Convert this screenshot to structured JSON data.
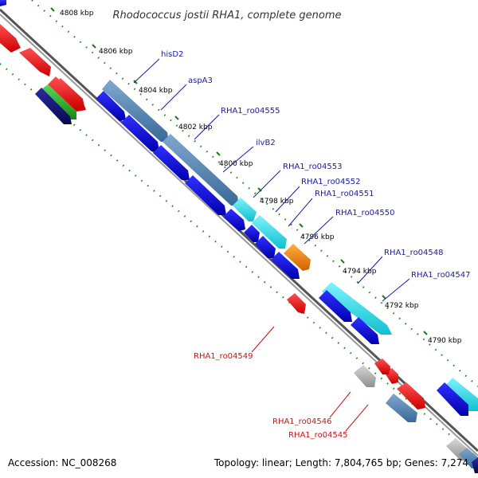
{
  "title": "Rhodococcus jostii RHA1, complete genome",
  "accession": "Accession: NC_008268",
  "topology": "Topology: linear; Length: 7,804,765 bp; Genes: 7,274",
  "scale_ticks": [
    "4808 kbp",
    "4806 kbp",
    "4804 kbp",
    "4802 kbp",
    "4800 kbp",
    "4798 kbp",
    "4796 kbp",
    "4794 kbp",
    "4792 kbp",
    "4790 kbp"
  ],
  "gene_labels_upper": [
    "hisD2",
    "aspA3",
    "RHA1_ro04555",
    "ilvB2",
    "RHA1_ro04553",
    "RHA1_ro04552",
    "RHA1_ro04551",
    "RHA1_ro04550",
    "RHA1_ro04548",
    "RHA1_ro04547"
  ],
  "gene_labels_lower": [
    "RHA1_ro04549",
    "RHA1_ro04546",
    "RHA1_ro04545"
  ],
  "colors": {
    "backbone": "#777777",
    "ticks": "#1a8a1a",
    "label_upper": "#1a1aa8",
    "label_lower": "#c81414",
    "red": "#ee1111",
    "blue": "#0b0be0",
    "steel": "#4f80b0",
    "cyan": "#22d8e8",
    "orange": "#f08a10",
    "gray": "#b0b0b0",
    "navy": "#101070",
    "green": "#22b022"
  }
}
